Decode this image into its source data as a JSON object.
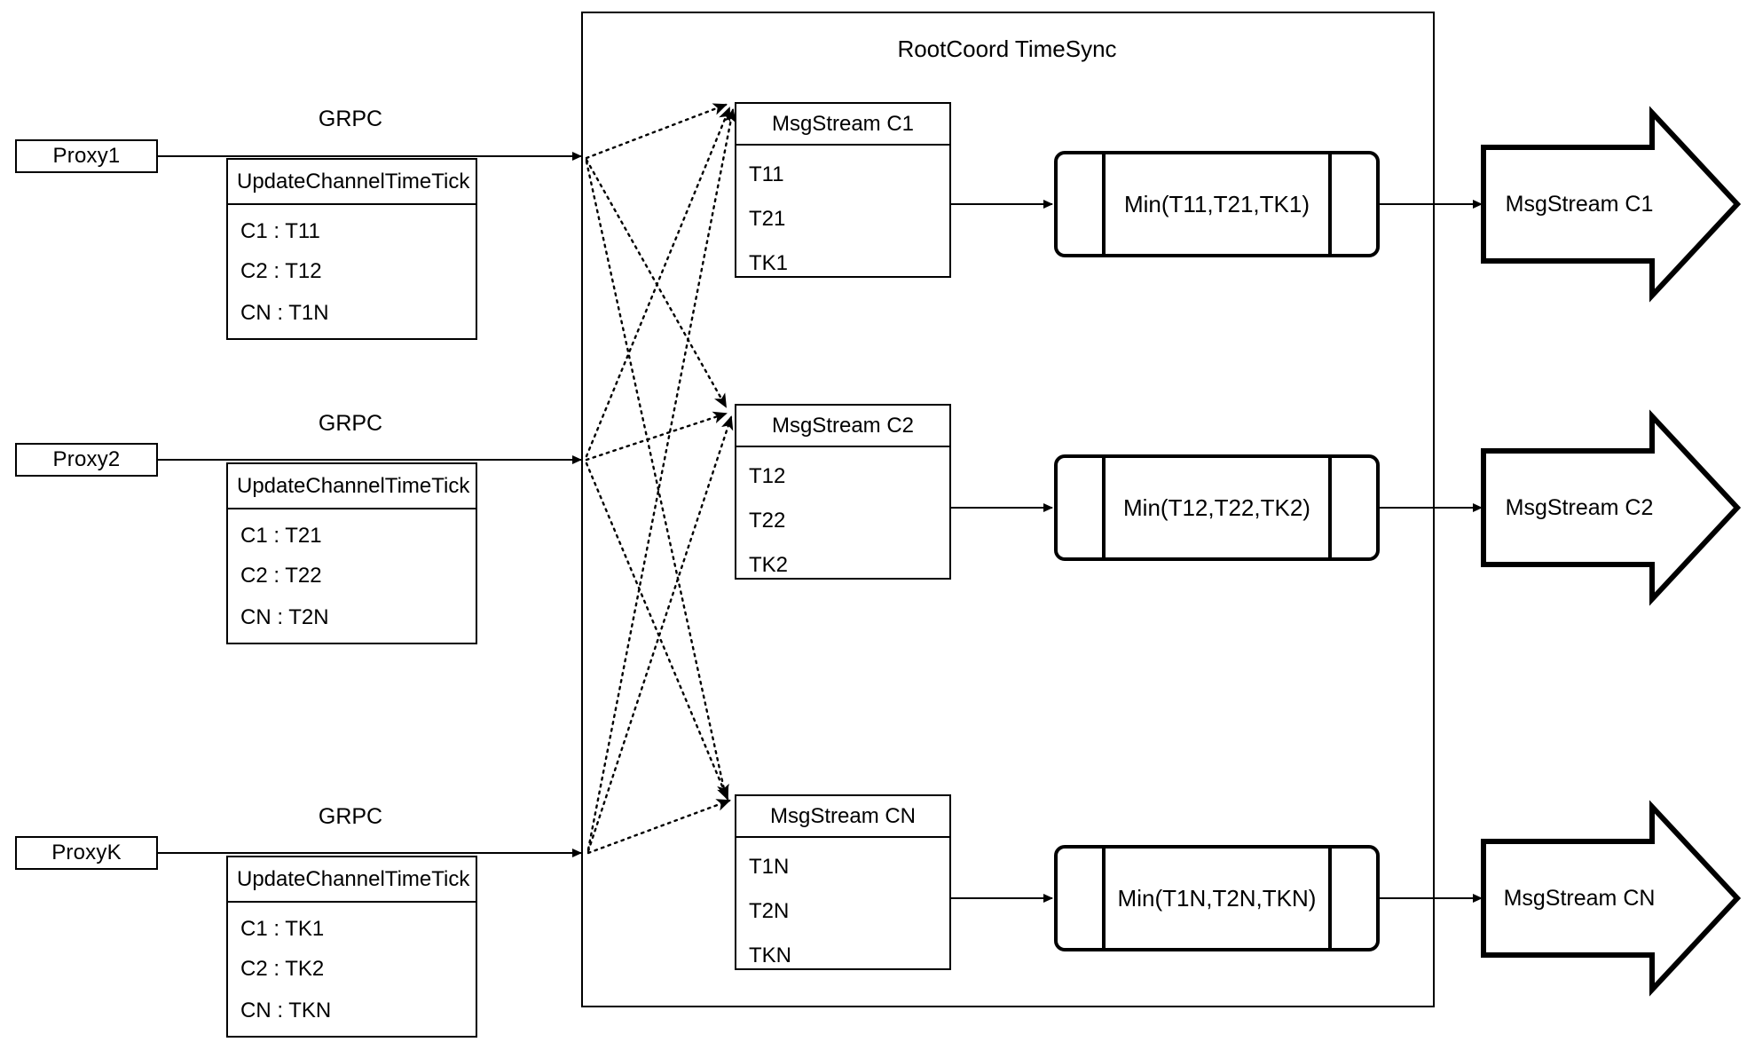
{
  "diagram": {
    "title": "RootCoord TimeSync",
    "edge_label_grpc": "GRPC"
  },
  "proxies": [
    {
      "name": "Proxy1",
      "rpc_title": "UpdateChannelTimeTick",
      "rows": [
        "C1 :  T11",
        "C2 :  T12",
        "CN : T1N"
      ],
      "link_label": "GRPC"
    },
    {
      "name": "Proxy2",
      "rpc_title": "UpdateChannelTimeTick",
      "rows": [
        "C1 :  T21",
        "C2 :  T22",
        "CN : T2N"
      ],
      "link_label": "GRPC"
    },
    {
      "name": "ProxyK",
      "rpc_title": "UpdateChannelTimeTick",
      "rows": [
        "C1 :  TK1",
        "C2 :  TK2",
        "CN : TKN"
      ],
      "link_label": "GRPC"
    }
  ],
  "channels": [
    {
      "stream_title": "MsgStream C1",
      "ticks": [
        "T11",
        "T21",
        "TK1"
      ],
      "min_label": "Min(T11,T21,TK1)",
      "output_label": "MsgStream C1"
    },
    {
      "stream_title": "MsgStream C2",
      "ticks": [
        "T12",
        "T22",
        "TK2"
      ],
      "min_label": "Min(T12,T22,TK2)",
      "output_label": "MsgStream C2"
    },
    {
      "stream_title": "MsgStream CN",
      "ticks": [
        "T1N",
        "T2N",
        "TKN"
      ],
      "min_label": "Min(T1N,T2N,TKN)",
      "output_label": "MsgStream CN"
    }
  ],
  "colors": {
    "stroke": "#000000",
    "background": "#ffffff"
  }
}
